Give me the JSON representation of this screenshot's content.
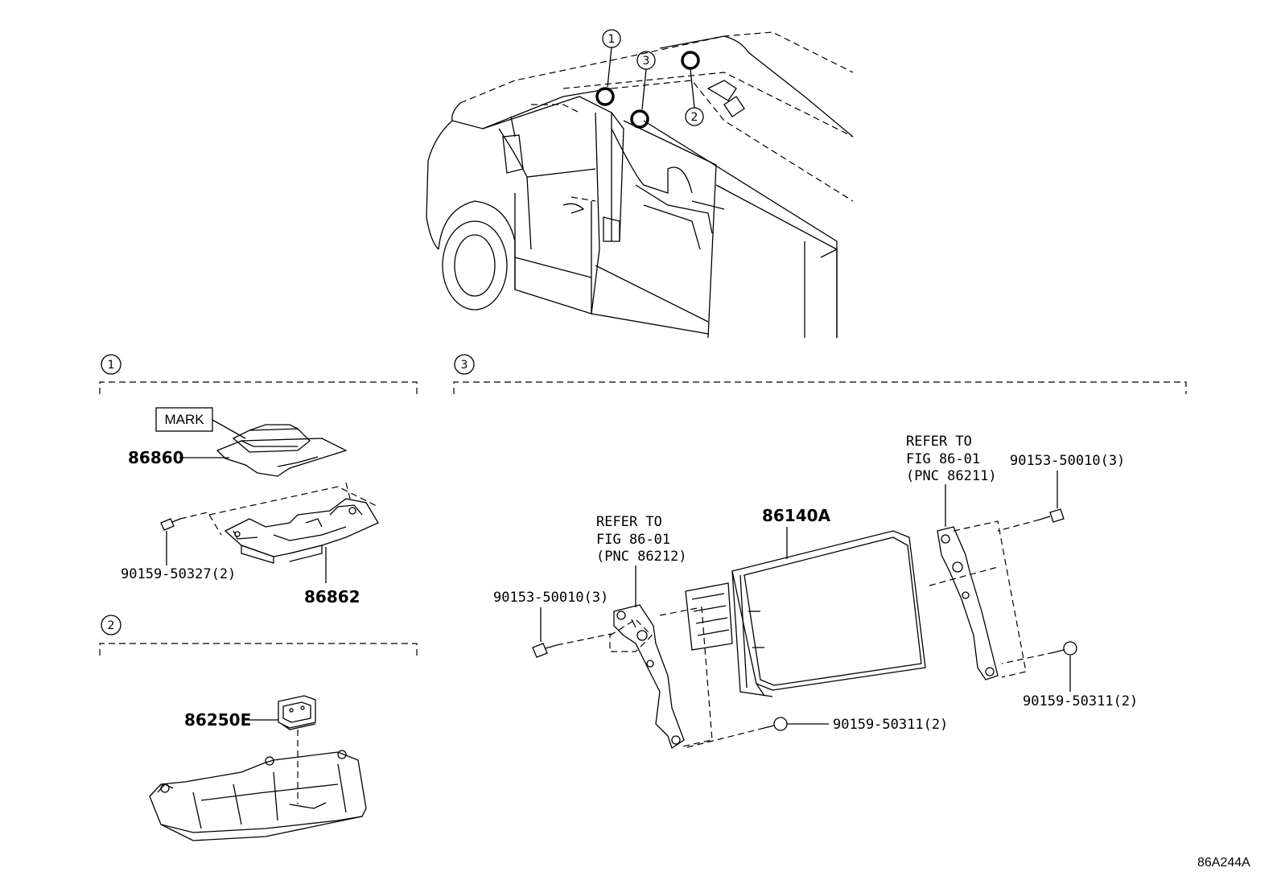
{
  "locators": [
    {
      "number": "1"
    },
    {
      "number": "2"
    },
    {
      "number": "3"
    }
  ],
  "sections": [
    {
      "number": "1"
    },
    {
      "number": "2"
    },
    {
      "number": "3"
    }
  ],
  "callouts": {
    "mark_label": "MARK",
    "p86860": "86860",
    "p86862": "86862",
    "p90159_50327": "90159-50327(2)",
    "p86250E": "86250E",
    "p86140A": "86140A",
    "refer_left_1": "REFER TO",
    "refer_left_2": "FIG 86-01",
    "refer_left_3": "(PNC 86212)",
    "refer_right_1": "REFER TO",
    "refer_right_2": "FIG 86-01",
    "refer_right_3": "(PNC 86211)",
    "p90153_left": "90153-50010(3)",
    "p90153_right": "90153-50010(3)",
    "p90159_50311_bottom": "90159-50311(2)",
    "p90159_50311_right": "90159-50311(2)"
  },
  "figure_code": "86A244A"
}
